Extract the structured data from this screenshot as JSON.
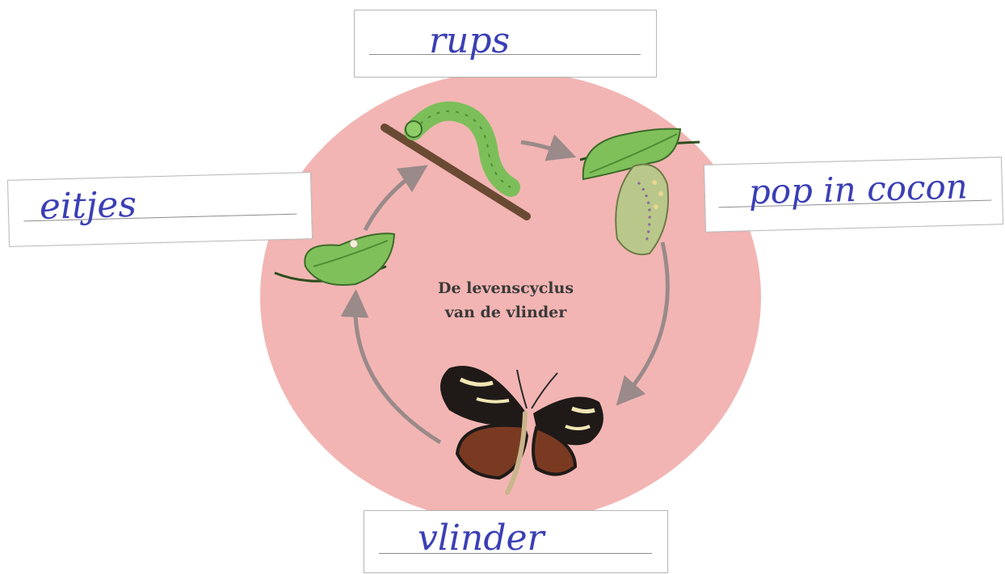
{
  "diagram": {
    "title_line1": "De levenscyclus",
    "title_line2": "van de vlinder",
    "stages": {
      "top": "rups",
      "right": "pop in cocon",
      "bottom": "vlinder",
      "left": "eitjes"
    },
    "colors": {
      "disc": "#f2b5b3",
      "handwriting": "#3b3fb5",
      "arrow": "#9a8a8a"
    }
  }
}
